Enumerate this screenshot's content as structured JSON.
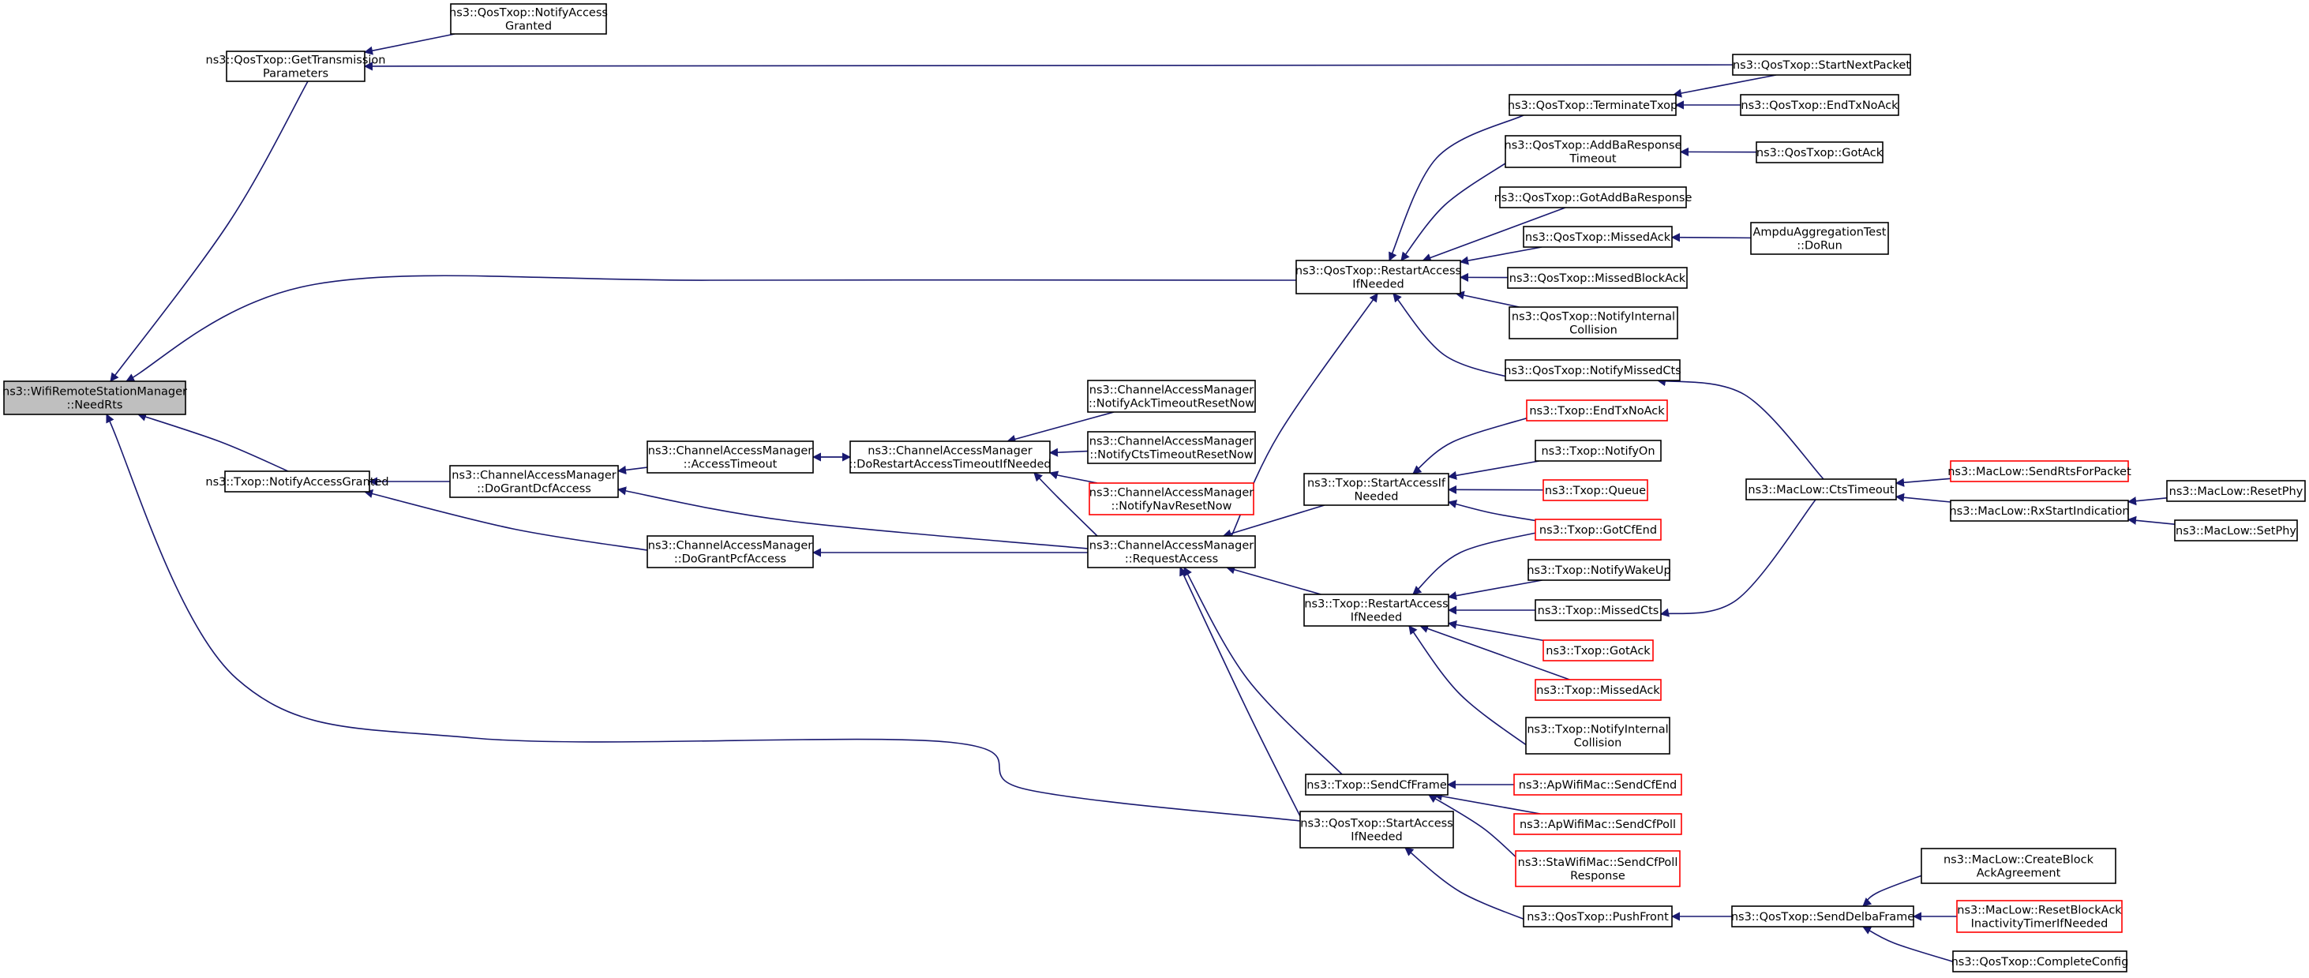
{
  "colors": {
    "edge": "#191970",
    "box": "#000000",
    "box_missing": "#ff0000",
    "root_fill": "#bfbfbf"
  },
  "nodes": [
    {
      "id": "root",
      "lines": [
        "ns3::WifiRemoteStationManager",
        "::NeedRts"
      ],
      "root": true
    },
    {
      "id": "qgtp",
      "lines": [
        "ns3::QosTxop::GetTransmission",
        "Parameters"
      ]
    },
    {
      "id": "qnag",
      "lines": [
        "ns3::QosTxop::NotifyAccess",
        "Granted"
      ]
    },
    {
      "id": "qsnp",
      "lines": [
        "ns3::QosTxop::StartNextPacket"
      ]
    },
    {
      "id": "qrai",
      "lines": [
        "ns3::QosTxop::RestartAccess",
        "IfNeeded"
      ]
    },
    {
      "id": "qtt",
      "lines": [
        "ns3::QosTxop::TerminateTxop"
      ]
    },
    {
      "id": "qetna",
      "lines": [
        "ns3::QosTxop::EndTxNoAck"
      ]
    },
    {
      "id": "qabrt",
      "lines": [
        "ns3::QosTxop::AddBaResponse",
        "Timeout"
      ]
    },
    {
      "id": "qga",
      "lines": [
        "ns3::QosTxop::GotAck"
      ]
    },
    {
      "id": "qgabr",
      "lines": [
        "ns3::QosTxop::GotAddBaResponse"
      ]
    },
    {
      "id": "qma",
      "lines": [
        "ns3::QosTxop::MissedAck"
      ]
    },
    {
      "id": "aat",
      "lines": [
        "AmpduAggregationTest",
        "::DoRun"
      ]
    },
    {
      "id": "qmba",
      "lines": [
        "ns3::QosTxop::MissedBlockAck"
      ]
    },
    {
      "id": "qnic",
      "lines": [
        "ns3::QosTxop::NotifyInternal",
        "Collision"
      ]
    },
    {
      "id": "qnmc",
      "lines": [
        "ns3::QosTxop::NotifyMissedCts"
      ]
    },
    {
      "id": "tnag",
      "lines": [
        "ns3::Txop::NotifyAccessGranted"
      ]
    },
    {
      "id": "cdgd",
      "lines": [
        "ns3::ChannelAccessManager",
        "::DoGrantDcfAccess"
      ]
    },
    {
      "id": "cat",
      "lines": [
        "ns3::ChannelAccessManager",
        "::AccessTimeout"
      ]
    },
    {
      "id": "cdrat",
      "lines": [
        "ns3::ChannelAccessManager",
        "::DoRestartAccessTimeoutIfNeeded"
      ]
    },
    {
      "id": "cnat",
      "lines": [
        "ns3::ChannelAccessManager",
        "::NotifyAckTimeoutResetNow"
      ]
    },
    {
      "id": "cnct",
      "lines": [
        "ns3::ChannelAccessManager",
        "::NotifyCtsTimeoutResetNow"
      ]
    },
    {
      "id": "cnnr",
      "lines": [
        "ns3::ChannelAccessManager",
        "::NotifyNavResetNow"
      ],
      "red": true
    },
    {
      "id": "cdgp",
      "lines": [
        "ns3::ChannelAccessManager",
        "::DoGrantPcfAccess"
      ]
    },
    {
      "id": "cra",
      "lines": [
        "ns3::ChannelAccessManager",
        "::RequestAccess"
      ]
    },
    {
      "id": "tsai",
      "lines": [
        "ns3::Txop::StartAccessIf",
        "Needed"
      ]
    },
    {
      "id": "tetna",
      "lines": [
        "ns3::Txop::EndTxNoAck"
      ],
      "red": true
    },
    {
      "id": "tno",
      "lines": [
        "ns3::Txop::NotifyOn"
      ]
    },
    {
      "id": "tq",
      "lines": [
        "ns3::Txop::Queue"
      ],
      "red": true
    },
    {
      "id": "tgce",
      "lines": [
        "ns3::Txop::GotCfEnd"
      ],
      "red": true
    },
    {
      "id": "trai",
      "lines": [
        "ns3::Txop::RestartAccess",
        "IfNeeded"
      ]
    },
    {
      "id": "tnwu",
      "lines": [
        "ns3::Txop::NotifyWakeUp"
      ]
    },
    {
      "id": "tmc",
      "lines": [
        "ns3::Txop::MissedCts"
      ]
    },
    {
      "id": "tga",
      "lines": [
        "ns3::Txop::GotAck"
      ],
      "red": true
    },
    {
      "id": "tma",
      "lines": [
        "ns3::Txop::MissedAck"
      ],
      "red": true
    },
    {
      "id": "tnic",
      "lines": [
        "ns3::Txop::NotifyInternal",
        "Collision"
      ]
    },
    {
      "id": "mct",
      "lines": [
        "ns3::MacLow::CtsTimeout"
      ]
    },
    {
      "id": "msrp",
      "lines": [
        "ns3::MacLow::SendRtsForPacket"
      ],
      "red": true
    },
    {
      "id": "mrsi",
      "lines": [
        "ns3::MacLow::RxStartIndication"
      ]
    },
    {
      "id": "mrp",
      "lines": [
        "ns3::MacLow::ResetPhy"
      ]
    },
    {
      "id": "msp",
      "lines": [
        "ns3::MacLow::SetPhy"
      ]
    },
    {
      "id": "tscf",
      "lines": [
        "ns3::Txop::SendCfFrame"
      ]
    },
    {
      "id": "qsai",
      "lines": [
        "ns3::QosTxop::StartAccess",
        "IfNeeded"
      ]
    },
    {
      "id": "apsce",
      "lines": [
        "ns3::ApWifiMac::SendCfEnd"
      ],
      "red": true
    },
    {
      "id": "apscp",
      "lines": [
        "ns3::ApWifiMac::SendCfPoll"
      ],
      "red": true
    },
    {
      "id": "stscp",
      "lines": [
        "ns3::StaWifiMac::SendCfPoll",
        "Response"
      ],
      "red": true
    },
    {
      "id": "qpf",
      "lines": [
        "ns3::QosTxop::PushFront"
      ]
    },
    {
      "id": "qsdf",
      "lines": [
        "ns3::QosTxop::SendDelbaFrame"
      ]
    },
    {
      "id": "mcba",
      "lines": [
        "ns3::MacLow::CreateBlock",
        "AckAgreement"
      ]
    },
    {
      "id": "mrba",
      "lines": [
        "ns3::MacLow::ResetBlockAck",
        "InactivityTimerIfNeeded"
      ],
      "red": true
    },
    {
      "id": "qcc",
      "lines": [
        "ns3::QosTxop::CompleteConfig"
      ]
    }
  ],
  "edges": [
    [
      "qgtp",
      "root"
    ],
    [
      "tnag",
      "root"
    ],
    [
      "qrai",
      "root"
    ],
    [
      "qsai",
      "root"
    ],
    [
      "qnag",
      "qgtp"
    ],
    [
      "qsnp",
      "qgtp"
    ],
    [
      "qtt",
      "qrai"
    ],
    [
      "qabrt",
      "qrai"
    ],
    [
      "qgabr",
      "qrai"
    ],
    [
      "qma",
      "qrai"
    ],
    [
      "qmba",
      "qrai"
    ],
    [
      "qnic",
      "qrai"
    ],
    [
      "qnmc",
      "qrai"
    ],
    [
      "cra",
      "qrai"
    ],
    [
      "qsnp",
      "qtt"
    ],
    [
      "qetna",
      "qtt"
    ],
    [
      "qga",
      "qabrt"
    ],
    [
      "aat",
      "qma"
    ],
    [
      "mct",
      "qnmc"
    ],
    [
      "cdgd",
      "tnag"
    ],
    [
      "cat",
      "cdgd"
    ],
    [
      "cra",
      "cdgd"
    ],
    [
      "cdgp",
      "tnag"
    ],
    [
      "cra",
      "cdgp"
    ],
    [
      "cdrat",
      "cat"
    ],
    [
      "cat",
      "cdrat"
    ],
    [
      "cnat",
      "cdrat"
    ],
    [
      "cnct",
      "cdrat"
    ],
    [
      "cnnr",
      "cdrat"
    ],
    [
      "cra",
      "cdrat"
    ],
    [
      "tsai",
      "cra"
    ],
    [
      "trai",
      "cra"
    ],
    [
      "tscf",
      "cra"
    ],
    [
      "qsai",
      "cra"
    ],
    [
      "tetna",
      "tsai"
    ],
    [
      "tno",
      "tsai"
    ],
    [
      "tq",
      "tsai"
    ],
    [
      "tgce",
      "tsai"
    ],
    [
      "tgce",
      "trai"
    ],
    [
      "tnwu",
      "trai"
    ],
    [
      "tmc",
      "trai"
    ],
    [
      "tga",
      "trai"
    ],
    [
      "tma",
      "trai"
    ],
    [
      "tnic",
      "trai"
    ],
    [
      "mct",
      "tmc"
    ],
    [
      "msrp",
      "mct"
    ],
    [
      "mrsi",
      "mct"
    ],
    [
      "mrp",
      "mrsi"
    ],
    [
      "msp",
      "mrsi"
    ],
    [
      "apsce",
      "tscf"
    ],
    [
      "apscp",
      "tscf"
    ],
    [
      "stscp",
      "tscf"
    ],
    [
      "qpf",
      "qsai"
    ],
    [
      "qsdf",
      "qpf"
    ],
    [
      "mcba",
      "qsdf"
    ],
    [
      "mrba",
      "qsdf"
    ],
    [
      "qcc",
      "qsdf"
    ]
  ]
}
